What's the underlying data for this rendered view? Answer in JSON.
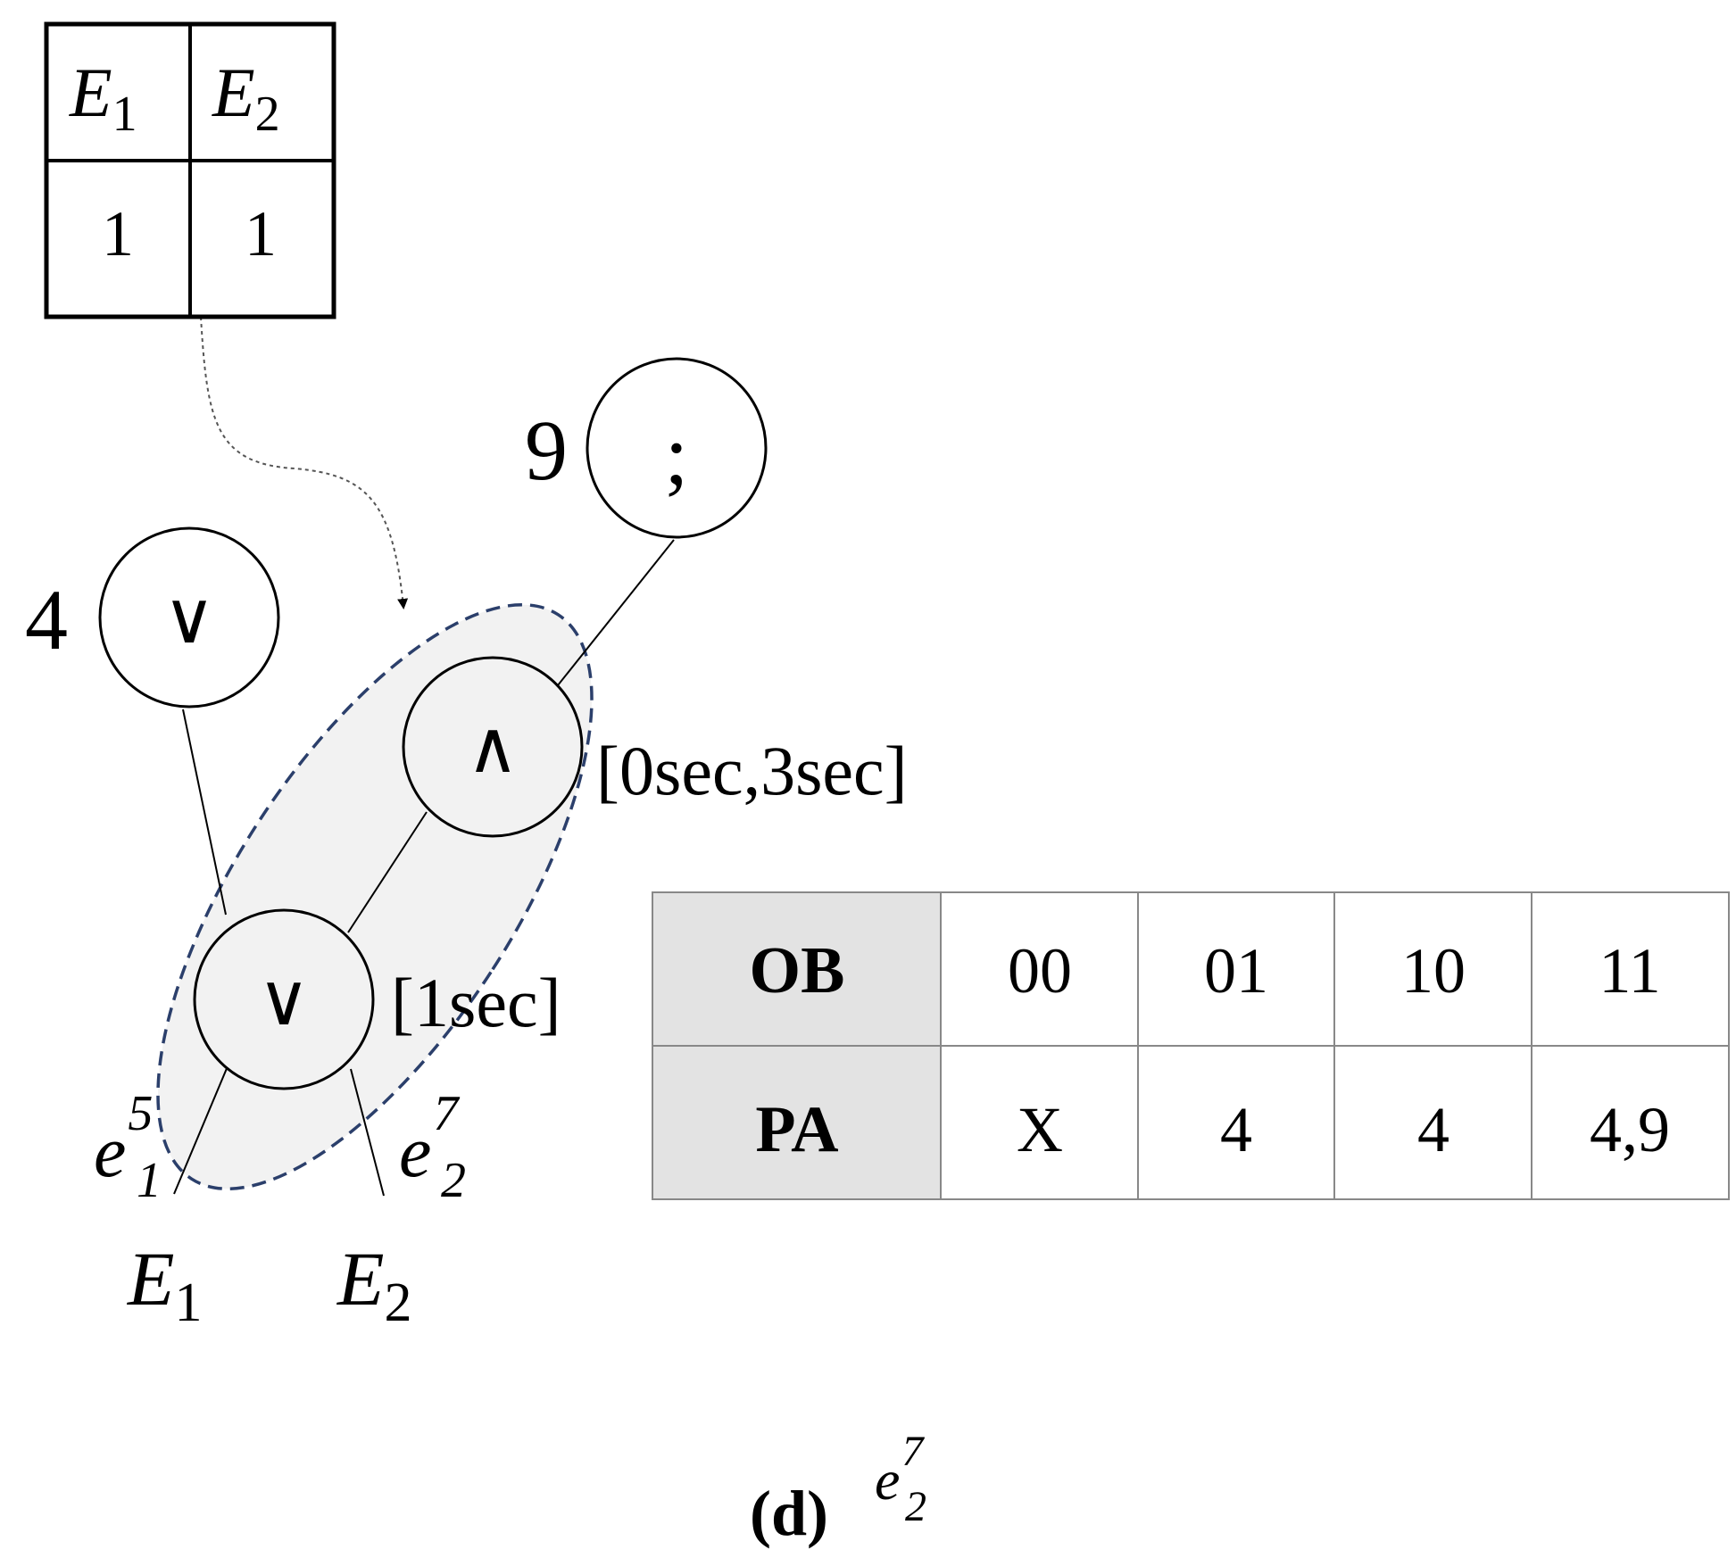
{
  "state_table": {
    "headers": [
      {
        "base": "E",
        "sub": "1"
      },
      {
        "base": "E",
        "sub": "2"
      }
    ],
    "values": [
      "1",
      "1"
    ]
  },
  "nodes": {
    "seq": {
      "symbol": ";",
      "id": "9"
    },
    "or_left": {
      "symbol": "∨",
      "id": "4"
    },
    "and": {
      "symbol": "∧",
      "window": "[0sec,3sec]"
    },
    "or_inner": {
      "symbol": "∨",
      "window": "[1sec]"
    }
  },
  "edge_labels": {
    "e1": {
      "base": "e",
      "sub": "1",
      "sup": "5"
    },
    "e2": {
      "base": "e",
      "sub": "2",
      "sup": "7"
    }
  },
  "leaves": {
    "left": {
      "base": "E",
      "sub": "1"
    },
    "right": {
      "base": "E",
      "sub": "2"
    }
  },
  "mapping_table": {
    "rows": [
      {
        "header": "OB",
        "cells": [
          "00",
          "01",
          "10",
          "11"
        ]
      },
      {
        "header": "PA",
        "cells": [
          "X",
          "4",
          "4",
          "4,9"
        ]
      }
    ]
  },
  "caption": {
    "label": "(d)",
    "event": {
      "base": "e",
      "sub": "2",
      "sup": "7"
    }
  },
  "colors": {
    "line": "#000000",
    "highlight_fill": "#f2f2f2",
    "highlight_border": "#2b3f6b",
    "header_fill": "#e3e3e3",
    "grid": "#888888"
  }
}
